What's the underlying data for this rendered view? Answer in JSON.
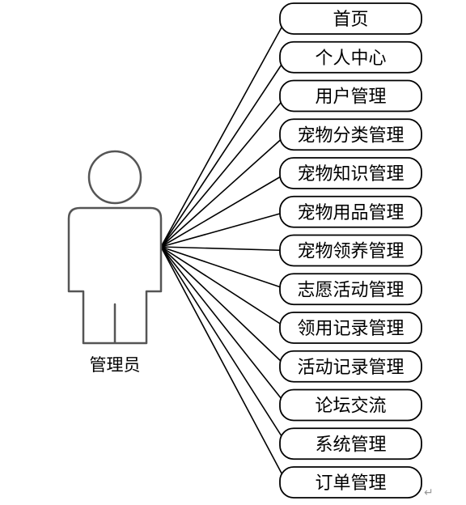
{
  "actor": {
    "label": "管理员"
  },
  "use_cases": [
    "首页",
    "个人中心",
    "用户管理",
    "宠物分类管理",
    "宠物知识管理",
    "宠物用品管理",
    "宠物领养管理",
    "志愿活动管理",
    "领用记录管理",
    "活动记录管理",
    "论坛交流",
    "系统管理",
    "订单管理"
  ],
  "paragraph_mark": "↵"
}
